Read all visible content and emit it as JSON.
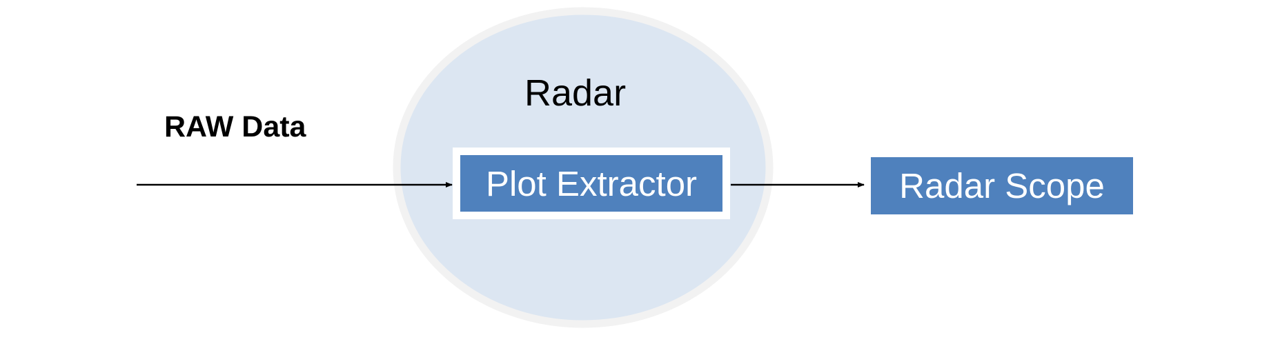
{
  "diagram": {
    "input_label": "RAW Data",
    "container_label": "Radar",
    "processor_label": "Plot Extractor",
    "output_label": "Radar Scope"
  },
  "colors": {
    "container_fill": "#dce6f2",
    "container_border": "#f2f2f2",
    "box_fill": "#4f81bd",
    "box_text": "#ffffff",
    "arrow": "#000000"
  }
}
